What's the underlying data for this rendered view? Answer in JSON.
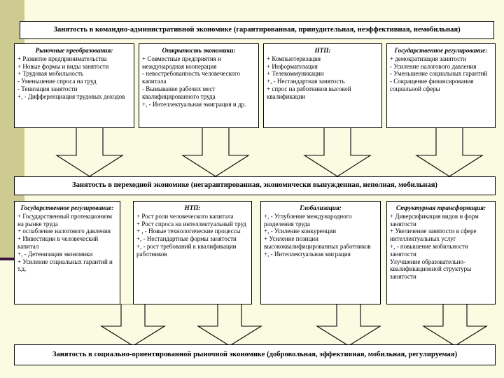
{
  "slide": {
    "background_color": "#FBFBE2",
    "accent_band_color": "#CECB92",
    "accent_rule_color": "#3B1340"
  },
  "banners": {
    "top": "Занятость в командно-административной экономике (гарантированная, принудительная, неэффективная, немобильная)",
    "middle": "Занятость в переходной экономике (негарантированная, экономически вынужденная, неполная, мобильная)",
    "bottom": "Занятость в социально-ориентированной рыночной экономике (добровольная, эффективная, мобильная, регулируемая)"
  },
  "row1": [
    {
      "title": "Рыночные преобразования:",
      "lines": [
        "+ Развитие предпринимательства",
        "+ Новые формы и виды занятости",
        "+ Трудовая мобильность",
        "- Уменьшение спроса на труд",
        "- Тенизация занятости",
        "+, - Дифференциация трудовых доходов"
      ]
    },
    {
      "title": "Открытость экономики:",
      "lines": [
        "+ Совместные предприятия и международная кооперация",
        "- невостребованность человеческого капитала",
        "- Вымывание рабочих мест квалифицированного труда",
        "+, - Интеллектуальная эмиграция и др."
      ]
    },
    {
      "title": "НТП:",
      "lines": [
        "+ Компьютеризация",
        "+ Информатизация",
        "+ Телекоммуникации",
        "+, - Нестандартная занятость",
        "+ спрос на работников высокой квалификации"
      ]
    },
    {
      "title": "Государственное регулирование:",
      "lines": [
        "+ демократизация занятости",
        "- Усиление налогового давления",
        "- Уменьшение социальных гарантий",
        "- Сокращение финансирования социальной сферы"
      ]
    }
  ],
  "row2": [
    {
      "title": "Государственное регулирование:",
      "lines": [
        "+ Государственный протекционизм на рынке труда",
        "+ ослабление налогового давления",
        "+ Инвестиции в человеческий капитал",
        "+, - Детенизация экономики",
        "+  Усиление социальных гарантий и т.д."
      ]
    },
    {
      "title": "НТП:",
      "lines": [
        "+ Рост роли человеческого капитала",
        "+ Рост спроса на интеллектуальный труд",
        "+ , - Новые технологические процессы",
        "+, - Нестандартные формы занятости",
        "+, - рост требований к квалификации работников"
      ]
    },
    {
      "title": "Глобализация:",
      "lines": [
        "+, - Углубление международного разделения труда",
        "+, - Усиление конкуренции",
        "+ Усиление позиции высококвалифицированных работников",
        "+, - Интеллектуальная миграция"
      ]
    },
    {
      "title": "Структурная трансформация:",
      "lines": [
        "+ Диверсификация видов и форм занятости",
        "+ Увеличение занятости в сфере интеллектуальных услуг",
        "+, - повышение мобильности занятости",
        "Улучшение образовательно-квалификационной структуры занятости"
      ]
    }
  ]
}
